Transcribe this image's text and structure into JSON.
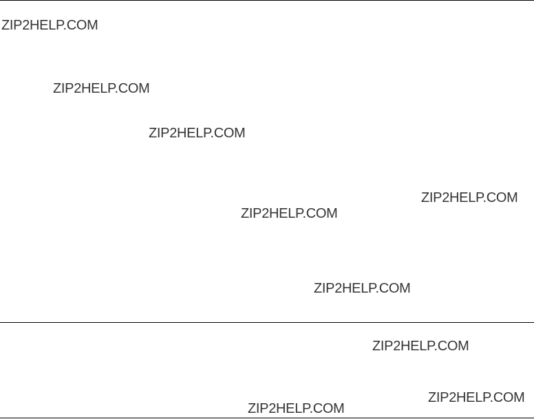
{
  "watermark": {
    "text": "ZIP2HELP.COM",
    "color": "#333333"
  },
  "watermarks": [
    "ZIP2HELP.COM",
    "ZIP2HELP.COM",
    "ZIP2HELP.COM",
    "ZIP2HELP.COM",
    "ZIP2HELP.COM",
    "ZIP2HELP.COM",
    "ZIP2HELP.COM",
    "ZIP2HELP.COM",
    "ZIP2HELP.COM"
  ],
  "rule_color": "#000000"
}
